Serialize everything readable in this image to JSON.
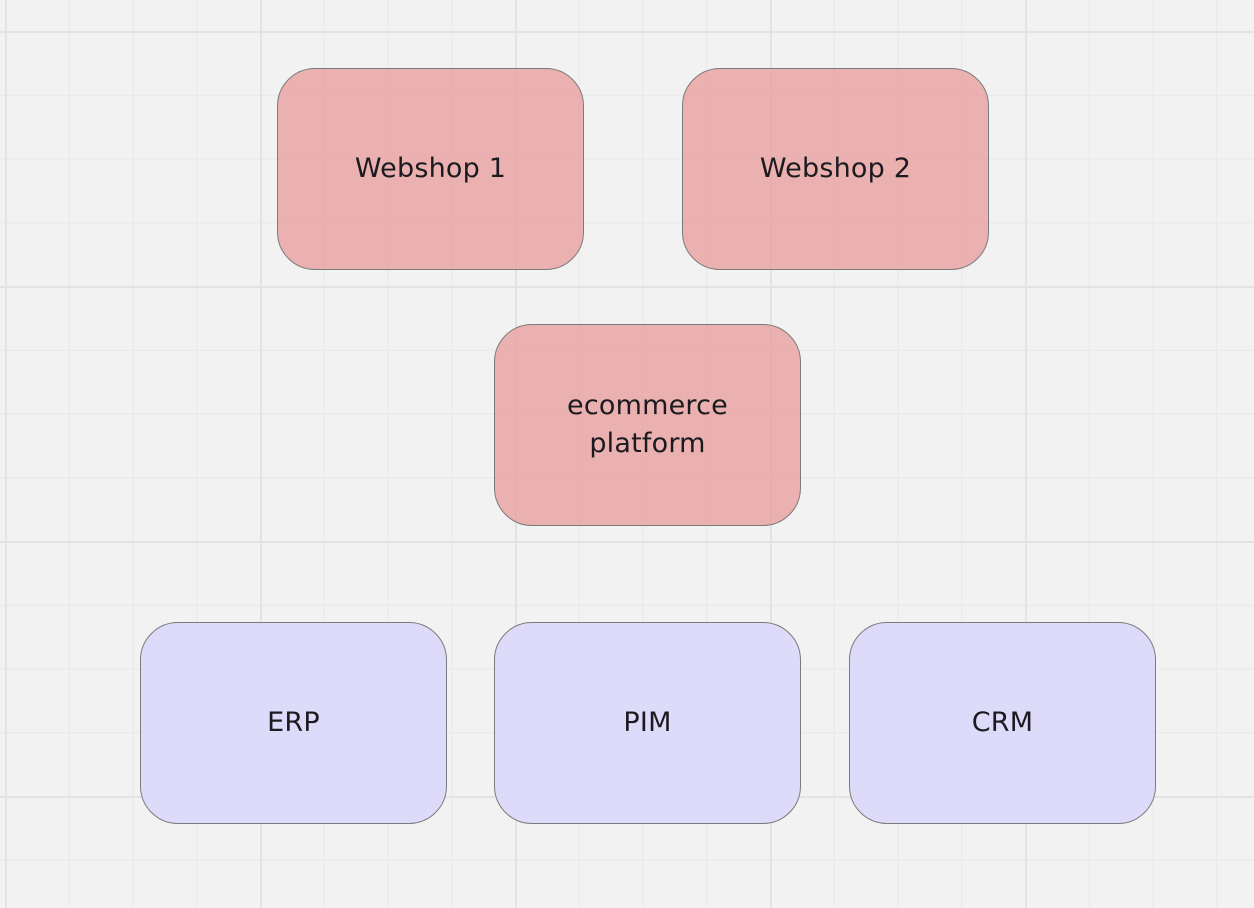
{
  "diagram": {
    "shapes": [
      {
        "id": "webshop1",
        "label": "Webshop 1",
        "fill": "#eeadad",
        "stroke": "#7b7b7b"
      },
      {
        "id": "webshop2",
        "label": "Webshop 2",
        "fill": "#eeadad",
        "stroke": "#7b7b7b"
      },
      {
        "id": "ecommerce",
        "label": "ecommerce\nplatform",
        "fill": "#eeadad",
        "stroke": "#7b7b7b"
      },
      {
        "id": "erp",
        "label": "ERP",
        "fill": "#dcd8fa",
        "stroke": "#7b7b7b"
      },
      {
        "id": "pim",
        "label": "PIM",
        "fill": "#dcd8fa",
        "stroke": "#7b7b7b"
      },
      {
        "id": "crm",
        "label": "CRM",
        "fill": "#dcd8fa",
        "stroke": "#7b7b7b"
      }
    ]
  },
  "canvas": {
    "background": "#f2f2f2",
    "grid_color": "#e3e3e3",
    "grid": true
  }
}
